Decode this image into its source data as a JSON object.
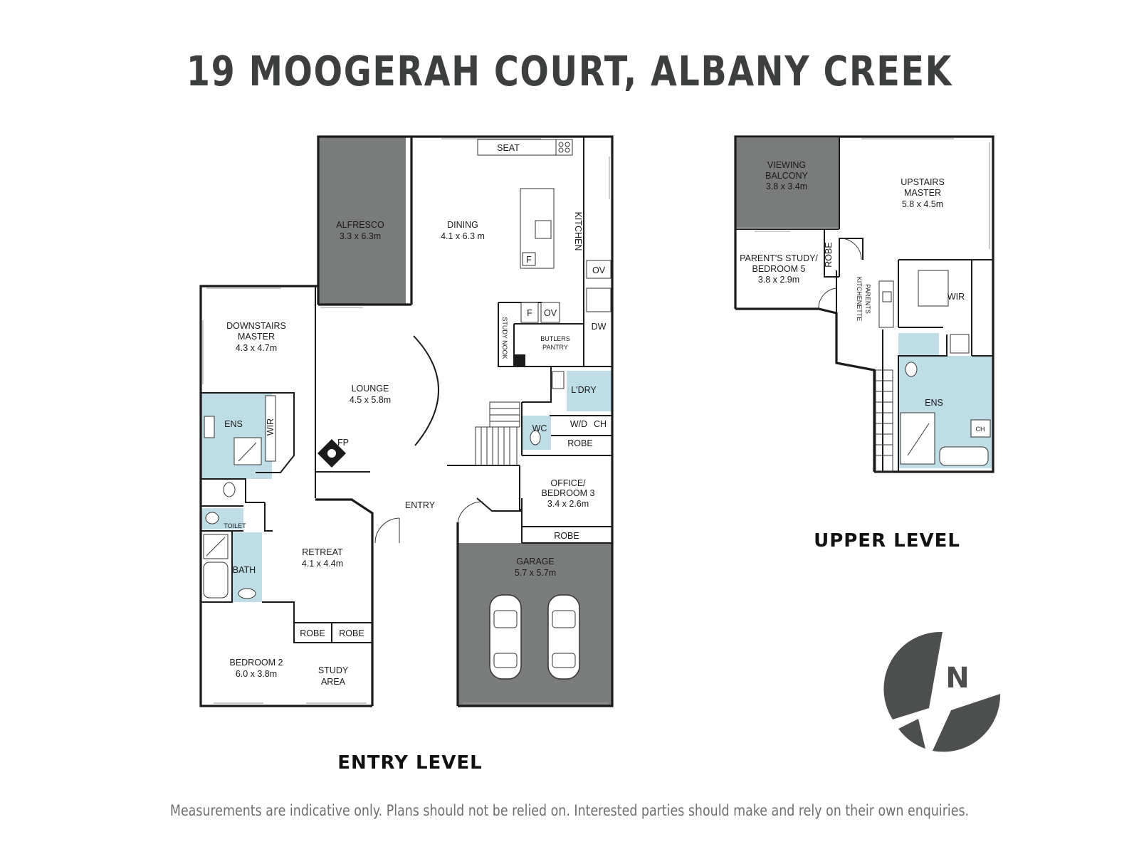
{
  "title": "19 MOOGERAH COURT, ALBANY CREEK",
  "levels": {
    "entry": "ENTRY LEVEL",
    "upper": "UPPER LEVEL"
  },
  "rooms": {
    "alfresco": {
      "name": "ALFRESCO",
      "dims": "3.3 x 6.3m"
    },
    "dining": {
      "name": "DINING",
      "dims": "4.1 x 6.3 m"
    },
    "kitchen": "KITCHEN",
    "seat": "SEAT",
    "ov1": "OV",
    "ov2": "OV",
    "dw": "DW",
    "f1": "F",
    "f2": "F",
    "study_nook": "STUDY NOOK",
    "butlers_pantry": [
      "BUTLERS",
      "PANTRY"
    ],
    "downstairs_master": {
      "name": [
        "DOWNSTAIRS",
        "MASTER"
      ],
      "dims": "4.3  x 4.7m"
    },
    "lounge": {
      "name": "LOUNGE",
      "dims": "4.5 x 5.8m"
    },
    "ens_down": "ENS",
    "wir_down": "WIR",
    "fp": "FP",
    "laundry": "L'DRY",
    "wc": "WC",
    "wd": "W/D",
    "ch1": "CH",
    "robe_office_top": "ROBE",
    "office": {
      "name": [
        "OFFICE/",
        "BEDROOM 3"
      ],
      "dims": "3.4 x 2.6m"
    },
    "entry": "ENTRY",
    "robe_office_bottom": "ROBE",
    "garage": {
      "name": "GARAGE",
      "dims": "5.7 x 5.7m"
    },
    "toilet": "TOILET",
    "bath": "BATH",
    "retreat": {
      "name": "RETREAT",
      "dims": "4.1 x 4.4m"
    },
    "robe_a": "ROBE",
    "robe_b": "ROBE",
    "bedroom2": {
      "name": "BEDROOM 2",
      "dims": "6.0 x 3.8m"
    },
    "study_area": [
      "STUDY",
      "AREA"
    ],
    "viewing_balcony": {
      "name": [
        "VIEWING",
        "BALCONY"
      ],
      "dims": "3.8 x 3.4m"
    },
    "upstairs_master": {
      "name": [
        "UPSTAIRS",
        "MASTER"
      ],
      "dims": "5.8 x 4.5m"
    },
    "parents_study": {
      "name": [
        "PARENT'S STUDY/",
        "BEDROOM 5"
      ],
      "dims": "3.8 x 2.9m"
    },
    "robe_up": "ROBE",
    "parents_kitchenette": [
      "PARENTS",
      "KITCHENETTE"
    ],
    "wir_up": "WIR",
    "ens_up": "ENS",
    "ch2": "CH"
  },
  "compass": {
    "letter": "N",
    "icon": "north-compass-icon"
  },
  "disclaimer": "Measurements are indicative only. Plans should not be relied on. Interested parties should make and rely on their own enquiries."
}
